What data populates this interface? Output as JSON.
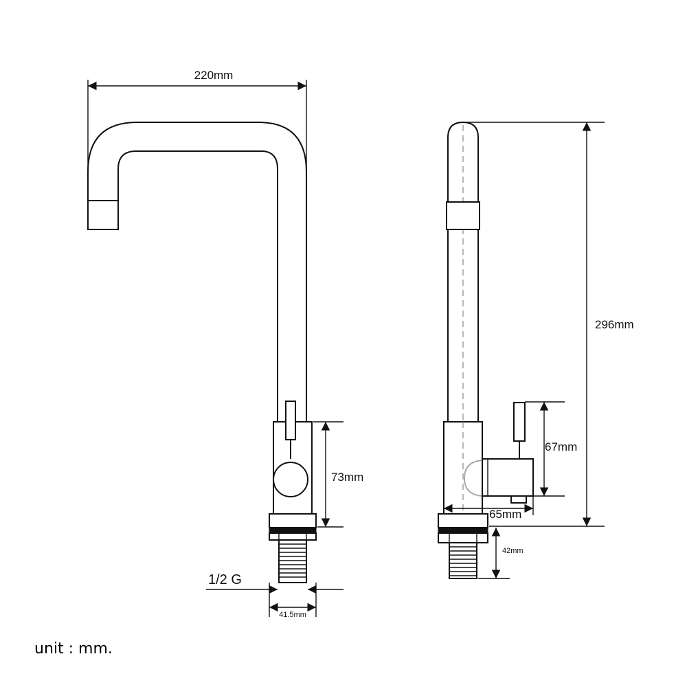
{
  "dimensions": {
    "front_width": "220mm",
    "front_body_height": "73mm",
    "thread": "1/2 G",
    "thread_width": "41.5mm",
    "side_height": "296mm",
    "side_handle_height": "67mm",
    "side_body_depth": "65mm",
    "side_shank_length": "42mm"
  },
  "footer": {
    "unit_note": "unit : mm."
  }
}
